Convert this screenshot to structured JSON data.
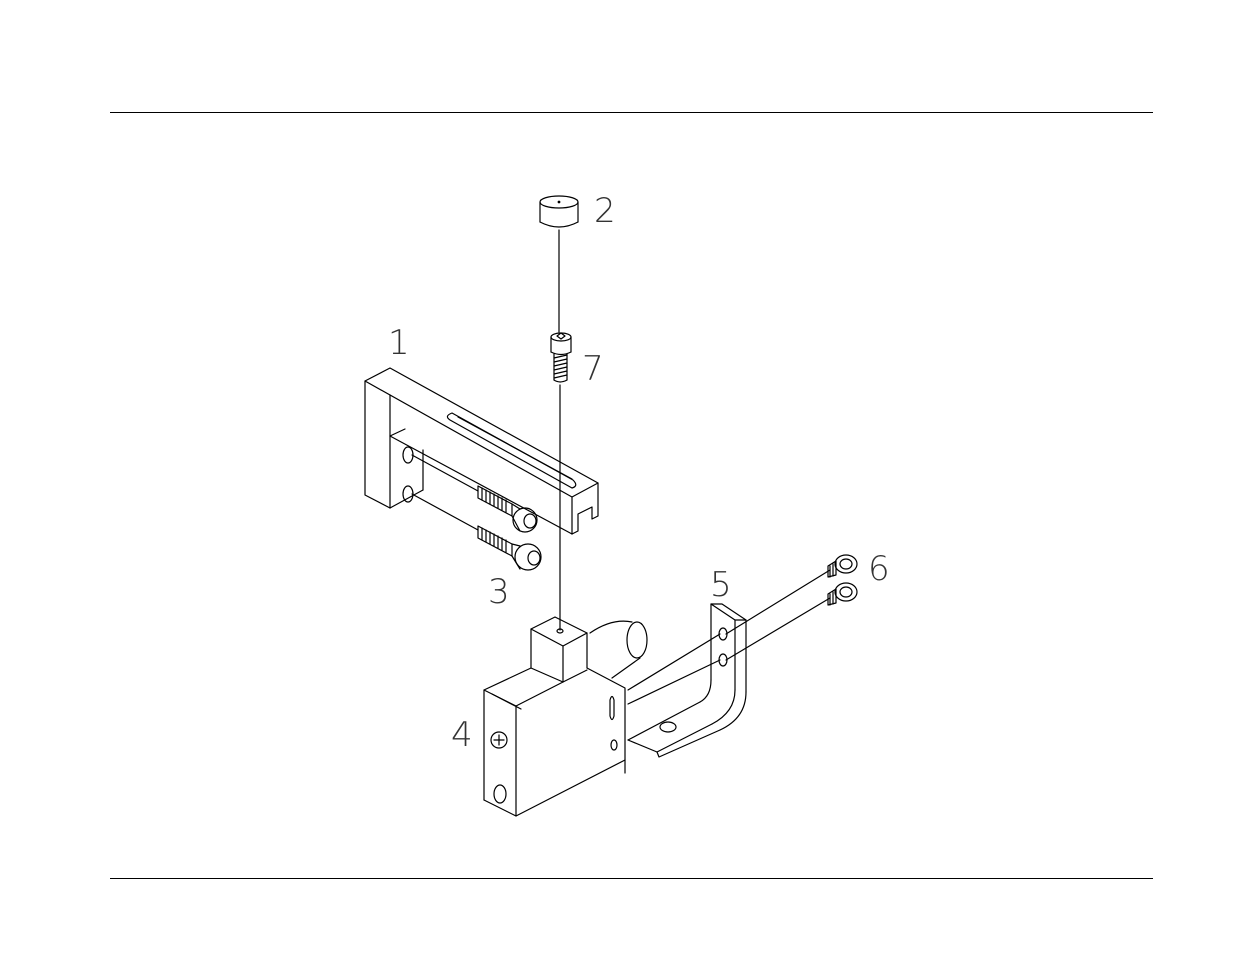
{
  "callouts": {
    "part_1": "1",
    "part_2": "2",
    "part_3": "3",
    "part_4": "4",
    "part_5": "5",
    "part_6": "6",
    "part_7": "7"
  },
  "colors": {
    "line": "#000000",
    "label": "#333333",
    "background": "#ffffff"
  }
}
